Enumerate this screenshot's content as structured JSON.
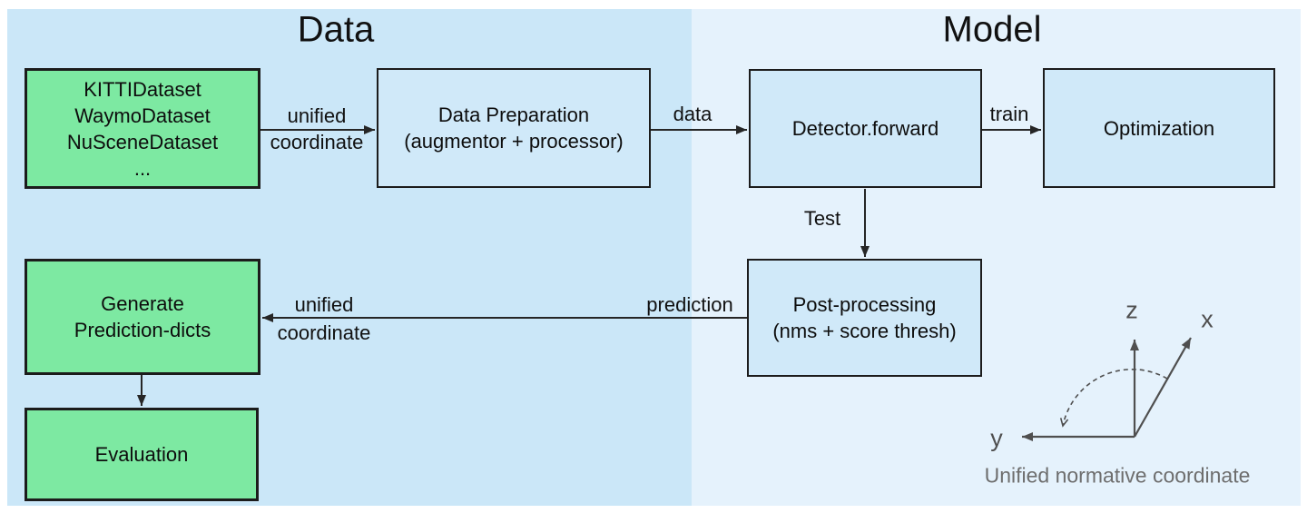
{
  "sections": {
    "data_panel": {
      "title": "Data"
    },
    "model_panel": {
      "title": "Model"
    }
  },
  "boxes": {
    "datasets": {
      "lines": [
        "KITTIDataset",
        "WaymoDataset",
        "NuSceneDataset",
        "..."
      ]
    },
    "data_preparation": {
      "lines": [
        "Data Preparation",
        "(augmentor + processor)"
      ]
    },
    "detector_forward": {
      "label": "Detector.forward"
    },
    "optimization": {
      "label": "Optimization"
    },
    "post_processing": {
      "lines": [
        "Post-processing",
        "(nms + score thresh)"
      ]
    },
    "generate_prediction_dicts": {
      "lines": [
        "Generate",
        "Prediction-dicts"
      ]
    },
    "evaluation": {
      "label": "Evaluation"
    }
  },
  "edge_labels": {
    "datasets_to_preparation": {
      "top": "unified",
      "bottom": "coordinate"
    },
    "preparation_to_detector": "data",
    "detector_to_optimization": "train",
    "detector_to_postprocessing": "Test",
    "postprocessing_to_generate": {
      "right": "prediction",
      "top": "unified",
      "bottom": "coordinate"
    }
  },
  "coordinate_diagram": {
    "axes": {
      "x": "x",
      "y": "y",
      "z": "z"
    },
    "caption": "Unified normative coordinate"
  },
  "colors": {
    "panel_data_bg": "#cbe7f8",
    "panel_model_bg": "#e5f2fc",
    "green_box_fill": "#7de9a2",
    "blue_box_fill": "#d0e9f9",
    "box_border": "#1c1c1c",
    "arrow": "#262626",
    "axis_gray": "#4f4f4f",
    "caption_gray": "#6e6e6e",
    "text": "#0d0d0d"
  }
}
